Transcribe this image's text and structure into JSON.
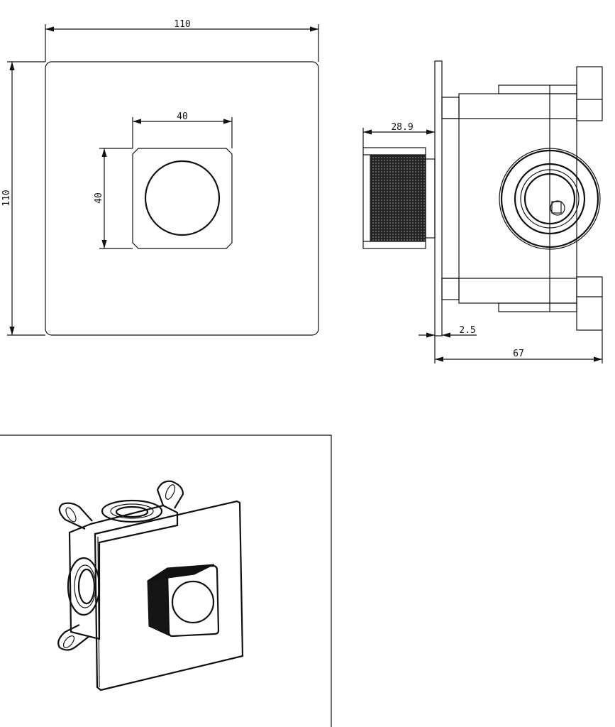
{
  "front_view": {
    "width_dim": "110",
    "height_dim": "110",
    "knob_width_dim": "40",
    "knob_height_dim": "40"
  },
  "side_view": {
    "knob_depth_dim": "28.9",
    "plate_thickness_dim": "2.5",
    "total_depth_dim": "67"
  },
  "colors": {
    "line": "#111111",
    "background": "#ffffff"
  }
}
